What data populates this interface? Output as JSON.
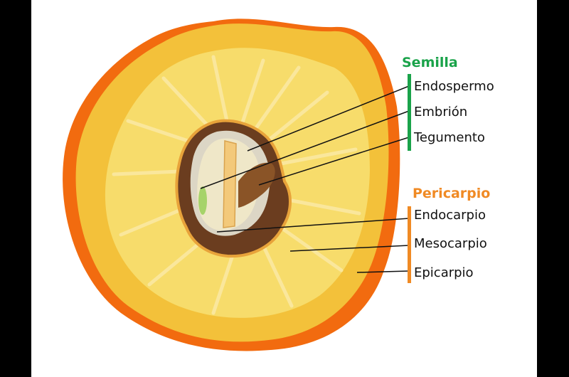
{
  "diagram": {
    "colors": {
      "semilla": "#1aa34a",
      "pericarpio": "#f08a24",
      "epicarp": "#f26b0f",
      "mesocarp": "#f3c13a",
      "mesocarp_light": "#f7dc6b",
      "endocarp": "#6b3d1f",
      "seed": "#efe7c8"
    },
    "groups": [
      {
        "title": "Semilla",
        "items": [
          "Endospermo",
          "Embrión",
          "Tegumento"
        ]
      },
      {
        "title": "Pericarpio",
        "items": [
          "Endocarpio",
          "Mesocarpio",
          "Epicarpio"
        ]
      }
    ]
  }
}
